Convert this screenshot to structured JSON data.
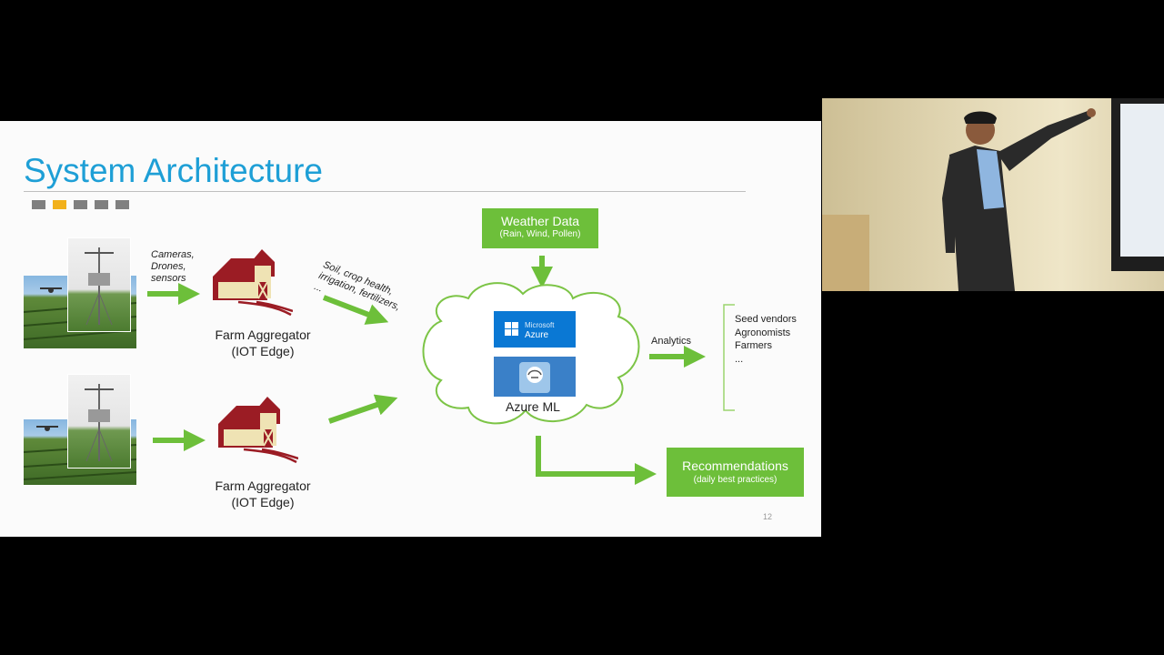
{
  "slide": {
    "title": "System Architecture",
    "page_number": "12",
    "edge_labels": {
      "inputs": [
        "Cameras,",
        "Drones,",
        "sensors"
      ],
      "soil": [
        "Soil, crop health,",
        "irrigation, fertilizers,",
        "..."
      ],
      "analytics": "Analytics"
    },
    "aggregators": [
      {
        "line1": "Farm Aggregator",
        "line2": "(IOT Edge)"
      },
      {
        "line1": "Farm Aggregator",
        "line2": "(IOT Edge)"
      }
    ],
    "weather": {
      "title": "Weather Data",
      "subtitle": "(Rain, Wind, Pollen)"
    },
    "cloud": {
      "azure_brand_small": "Microsoft",
      "azure_brand": "Azure",
      "ml_label": "Azure ML"
    },
    "consumers": [
      "Seed vendors",
      "Agronomists",
      "Farmers",
      "..."
    ],
    "recommendations": {
      "title": "Recommendations",
      "subtitle": "(daily best practices)"
    },
    "colors": {
      "title": "#1e9fd6",
      "arrow_green": "#6dbf3a",
      "barn_red": "#9b1c24",
      "barn_cream": "#efe3b4",
      "accent_square": "#f2b11b",
      "azure_blue": "#0a78d4"
    }
  }
}
